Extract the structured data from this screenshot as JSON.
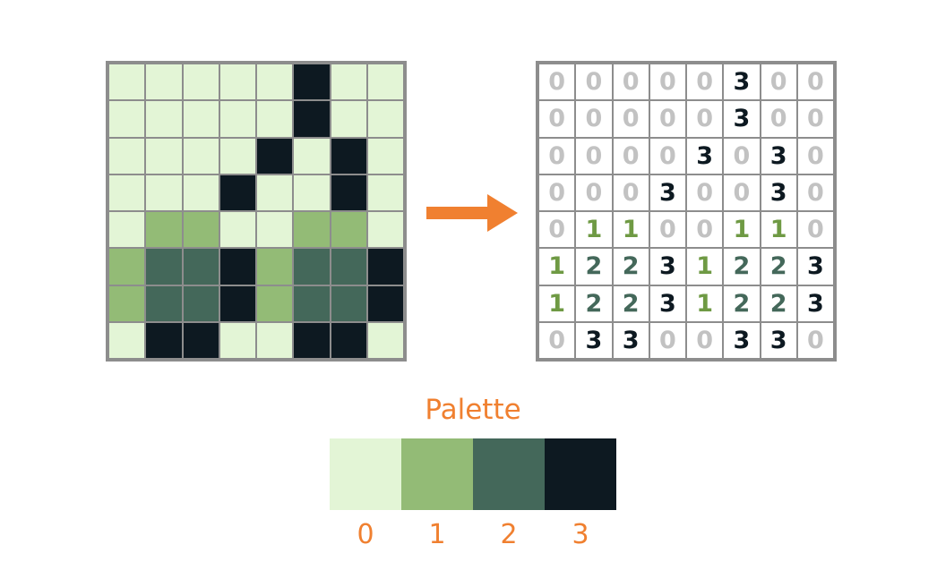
{
  "colors": [
    "#e3f5d6",
    "#93bb76",
    "#44685a",
    "#0d1921"
  ],
  "number_colors": [
    "#c2c2c2",
    "#6f9a44",
    "#44685a",
    "#0d1921"
  ],
  "arrow_color": "#f08030",
  "grid": [
    [
      0,
      0,
      0,
      0,
      0,
      3,
      0,
      0
    ],
    [
      0,
      0,
      0,
      0,
      0,
      3,
      0,
      0
    ],
    [
      0,
      0,
      0,
      0,
      3,
      0,
      3,
      0
    ],
    [
      0,
      0,
      0,
      3,
      0,
      0,
      3,
      0
    ],
    [
      0,
      1,
      1,
      0,
      0,
      1,
      1,
      0
    ],
    [
      1,
      2,
      2,
      3,
      1,
      2,
      2,
      3
    ],
    [
      1,
      2,
      2,
      3,
      1,
      2,
      2,
      3
    ],
    [
      0,
      3,
      3,
      0,
      0,
      3,
      3,
      0
    ]
  ],
  "palette": {
    "title": "Palette",
    "labels": [
      "0",
      "1",
      "2",
      "3"
    ]
  }
}
